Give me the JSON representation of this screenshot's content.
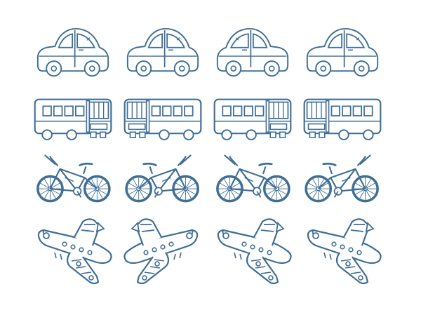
{
  "colors": {
    "stroke": "#3f6e96",
    "fill": "#ffffff",
    "background": "#ffffff"
  },
  "rows": [
    {
      "name": "car",
      "icon": "car-icon",
      "count": 4,
      "mirror": [
        false,
        false,
        true,
        false
      ]
    },
    {
      "name": "bus",
      "icon": "bus-icon",
      "count": 4,
      "mirror": [
        false,
        true,
        false,
        true
      ]
    },
    {
      "name": "bicycle",
      "icon": "bicycle-icon",
      "count": 4,
      "mirror": [
        false,
        true,
        false,
        true
      ]
    },
    {
      "name": "airplane",
      "icon": "airplane-icon",
      "count": 4,
      "mirror": [
        false,
        true,
        false,
        false
      ]
    }
  ]
}
